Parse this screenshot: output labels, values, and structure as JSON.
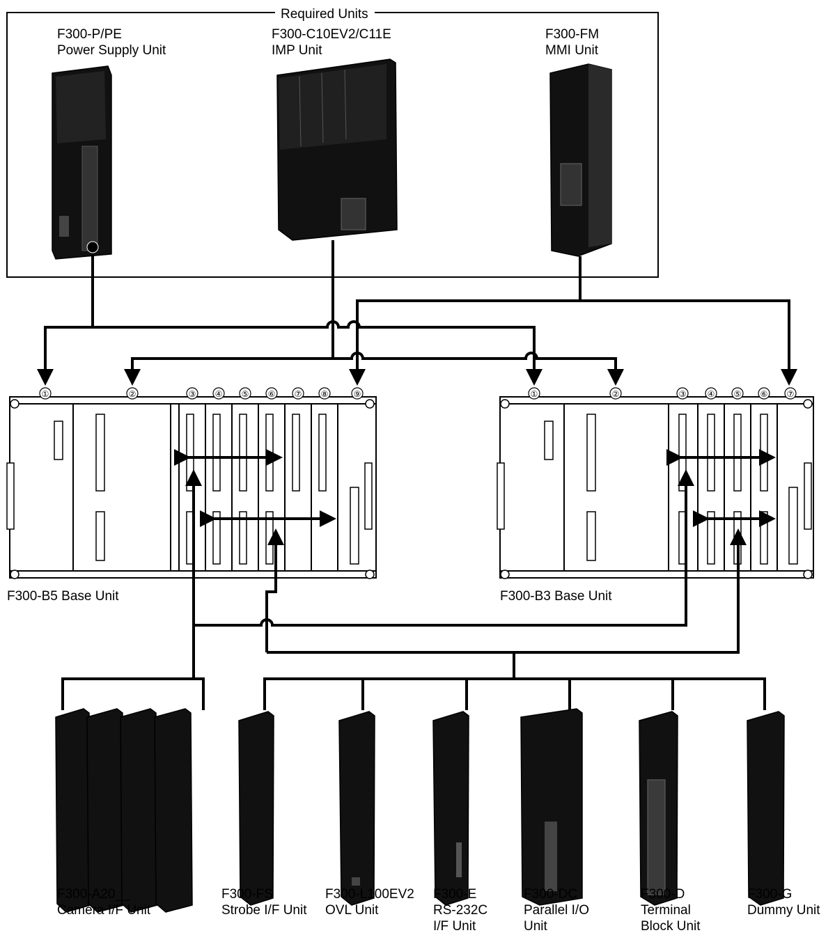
{
  "required_group_label": "Required Units",
  "required_units": [
    {
      "model": "F300-P/PE",
      "name": "Power Supply Unit"
    },
    {
      "model": "F300-C10EV2/C11E",
      "name": "IMP Unit"
    },
    {
      "model": "F300-FM",
      "name": "MMI Unit"
    }
  ],
  "base_units": [
    {
      "name": "F300-B5 Base Unit",
      "slots": [
        "①",
        "②",
        "③",
        "④",
        "⑤",
        "⑥",
        "⑦",
        "⑧",
        "⑨"
      ]
    },
    {
      "name": "F300-B3 Base Unit",
      "slots": [
        "①",
        "②",
        "③",
        "④",
        "⑤",
        "⑥",
        "⑦"
      ]
    }
  ],
  "option_units": [
    {
      "line1": "F300-A20__",
      "line2": "Camera I/F Unit",
      "line3": "",
      "line4": ""
    },
    {
      "line1": "F300-FS",
      "line2": "Strobe I/F Unit",
      "line3": "",
      "line4": ""
    },
    {
      "line1": "F300-L100EV2",
      "line2": "OVL Unit",
      "line3": "",
      "line4": ""
    },
    {
      "line1": "F300-E",
      "line2": "RS-232C",
      "line3": "I/F Unit",
      "line4": ""
    },
    {
      "line1": "F300-DC",
      "line2": "Parallel I/O",
      "line3": "Unit",
      "line4": ""
    },
    {
      "line1": "F300-D",
      "line2": "Terminal",
      "line3": "Block Unit",
      "line4": ""
    },
    {
      "line1": "F300-G",
      "line2": "Dummy Unit",
      "line3": "",
      "line4": ""
    }
  ]
}
